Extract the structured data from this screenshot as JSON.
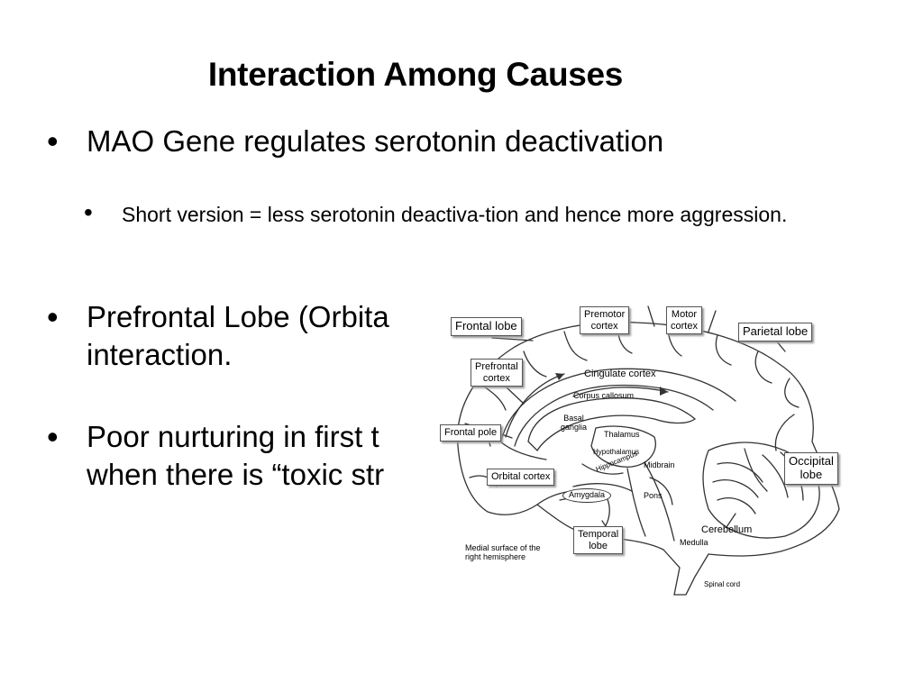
{
  "slide": {
    "title": "Interaction Among Causes",
    "bullets": [
      {
        "text": "MAO Gene regulates serotonin deactivation"
      },
      {
        "text": "Short version = less serotonin deactiva-tion and hence more aggression."
      },
      {
        "line1": "Prefrontal Lobe (Orbita",
        "line2": "interaction."
      },
      {
        "line1": "Poor nurturing in first t",
        "line2": "when there is “toxic str"
      }
    ],
    "bullet_glyph": "•"
  },
  "diagram": {
    "labels": {
      "frontal_lobe": "Frontal lobe",
      "premotor_1": "Premotor",
      "premotor_2": "cortex",
      "motor_1": "Motor",
      "motor_2": "cortex",
      "parietal_lobe": "Parietal lobe",
      "prefrontal_1": "Prefrontal",
      "prefrontal_2": "cortex",
      "cingulate": "Cingulate cortex",
      "corpus_callosum": "Corpus callosum",
      "basal_1": "Basal",
      "basal_2": "ganglia",
      "thalamus": "Thalamus",
      "frontal_pole": "Frontal pole",
      "hypothalamus": "Hypothalamus",
      "hippocampus": "Hippocampus",
      "midbrain": "Midbrain",
      "orbital_cortex": "Orbital cortex",
      "amygdala": "Amygdala",
      "pons": "Pons",
      "occipital_1": "Occipital",
      "occipital_2": "lobe",
      "cerebellum": "Cerebellum",
      "temporal_1": "Temporal",
      "temporal_2": "lobe",
      "medulla": "Medulla",
      "medial_1": "Medial surface of the",
      "medial_2": "right hemisphere",
      "spinal_cord": "Spinal cord"
    }
  }
}
